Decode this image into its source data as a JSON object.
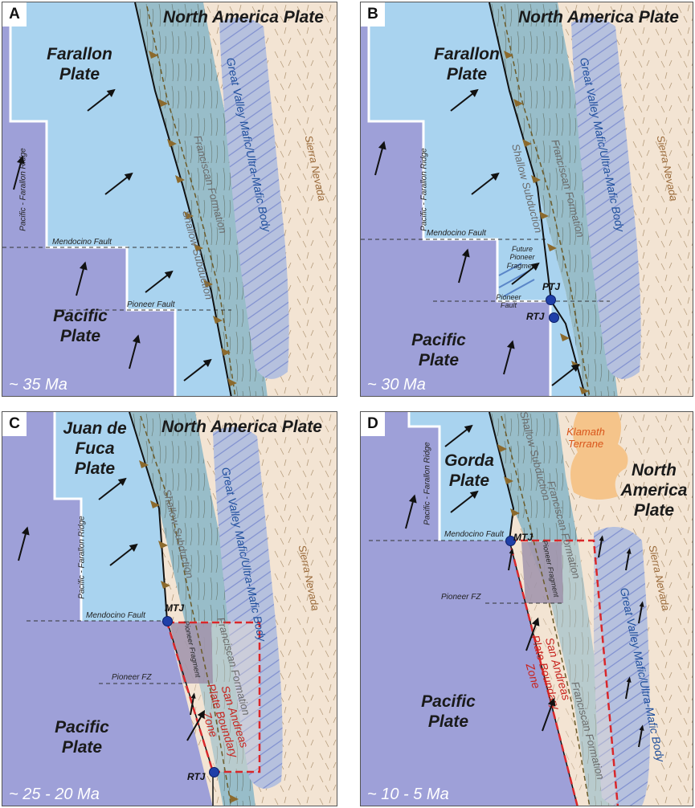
{
  "colors": {
    "pacific_plate": "#9ea0d8",
    "farallon_plate": "#a9d3ef",
    "north_america_plate": "#f3e4d3",
    "franciscan_formation": "#98bdc9",
    "great_valley_body": "#b6c1de",
    "klamath_terrane": "#f5c48a",
    "plate_boundary_zone": "#d9272a",
    "triple_junction": "#1f3fa8"
  },
  "panels": [
    {
      "letter": "A",
      "age": "~ 35 Ma",
      "north_america": "North America Plate",
      "farallon": "Farallon Plate",
      "pacific": "Pacific Plate",
      "ridge": "Pacific - Farallon Ridge",
      "mendocino": "Mendocino Fault",
      "pioneer": "Pioneer Fault",
      "franciscan": "Franciscan Formation",
      "subduction": "Shallow Subduction",
      "great_valley": "Great Valley Mafic/Ultra-Mafic Body",
      "sierra": "Sierra Nevada"
    },
    {
      "letter": "B",
      "age": "~ 30 Ma",
      "north_america": "North America Plate",
      "farallon": "Farallon Plate",
      "pacific": "Pacific Plate",
      "ridge": "Pacific - Farallon Ridge",
      "mendocino": "Mendocino Fault",
      "pioneer": "Pioneer Fault",
      "fragment": "Future Pioneer Fragment",
      "ptj": "PTJ",
      "rtj": "RTJ",
      "franciscan": "Franciscan Formation",
      "subduction": "Shallow Subduction",
      "great_valley": "Great Valley Mafic/Ultra-Mafic Body",
      "sierra": "Sierra Nevada"
    },
    {
      "letter": "C",
      "age": "~ 25 - 20 Ma",
      "north_america": "North America Plate",
      "farallon": "Juan de Fuca Plate",
      "pacific": "Pacific Plate",
      "ridge": "Pacific - Farallon Ridge",
      "mendocino": "Mendocino Fault",
      "pioneer": "Pioneer FZ",
      "fragment": "Pioneer Fragment",
      "mtj": "MTJ",
      "rtj": "RTJ",
      "san_andreas": "San Andreas Plate Boundary Zone",
      "franciscan": "Franciscan Formation",
      "subduction": "Shallow Subduction",
      "great_valley": "Great Valley Mafic/Ultra-Mafic Body",
      "sierra": "Sierra Nevada"
    },
    {
      "letter": "D",
      "age": "~ 10 - 5 Ma",
      "north_america": "North America Plate",
      "farallon": "Gorda Plate",
      "pacific": "Pacific Plate",
      "ridge": "Pacific - Farallon Ridge",
      "mendocino": "Mendocino Fault",
      "pioneer": "Pioneer FZ",
      "fragment": "Pioneer Fragment",
      "mtj": "MTJ",
      "san_andreas": "San Andreas Plate Boundary Zone",
      "franciscan_upper": "Franciscan Formation",
      "franciscan_lower": "Franciscan Formation",
      "subduction": "Shallow Subduction",
      "great_valley": "Great Valley Mafic/Ultra-Mafic Body",
      "sierra": "Sierra Nevada",
      "klamath": "Klamath Terrane"
    }
  ]
}
